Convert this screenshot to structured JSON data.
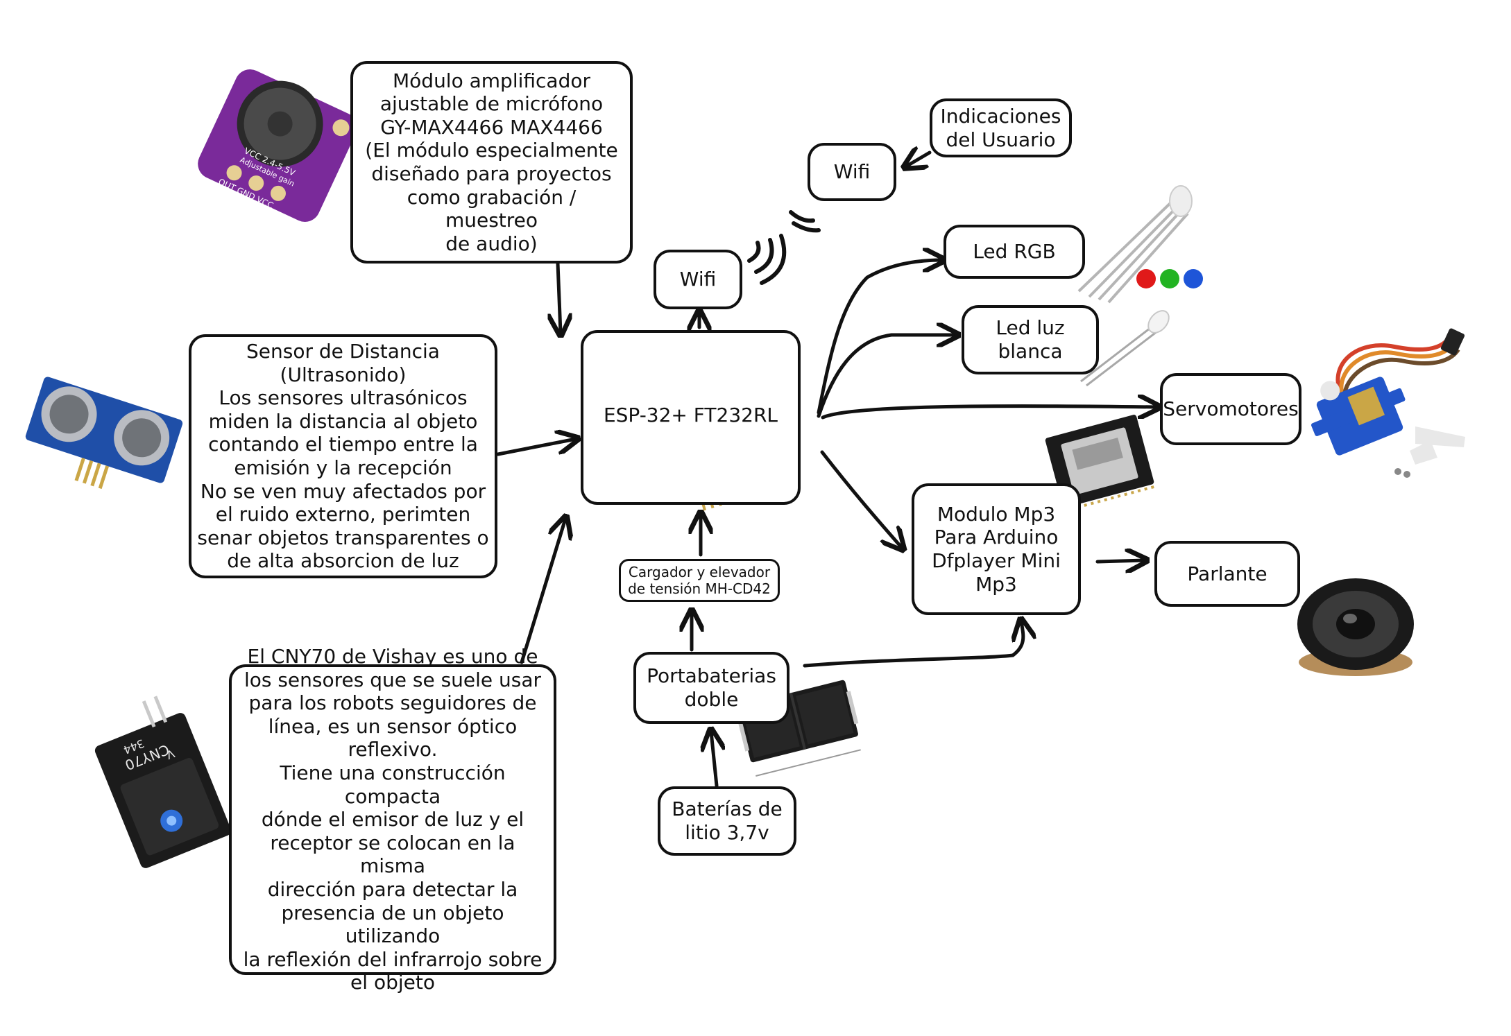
{
  "nodes": {
    "mic": "Módulo amplificador\najustable de micrófono\nGY-MAX4466 MAX4466\n(El módulo especialmente\ndiseñado para proyectos\ncomo grabación / muestreo\nde audio)",
    "distance": "Sensor de Distancia\n(Ultrasonido)\nLos sensores ultrasónicos\nmiden la distancia al objeto\ncontando el tiempo entre la\nemisión y la recepción\nNo se ven muy afectados por\nel ruido externo, perimten\nsenar objetos transparentes o\nde alta absorcion de luz",
    "cny70": "El CNY70 de Vishay es uno de\nlos sensores que se suele usar\npara los robots seguidores de\nlínea, es un sensor óptico\nreflexivo.\nTiene una construcción compacta\ndónde el emisor de luz y el\nreceptor se colocan en la misma\ndirección para detectar la\npresencia de un objeto utilizando\nla reflexión del infrarrojo sobre\nel objeto",
    "esp32": "ESP-32+ FT232RL",
    "wifi_local": "Wifi",
    "wifi_remote": "Wifi",
    "user": "Indicaciones\ndel Usuario",
    "led_rgb": "Led RGB",
    "led_white": "Led luz\nblanca",
    "servo": "Servomotores",
    "mp3": "Modulo Mp3\nPara Arduino\nDfplayer Mini\nMp3",
    "speaker": "Parlante",
    "charger": "Cargador y elevador\nde tensión MH-CD42",
    "battery_holder": "Portabaterias\ndoble",
    "batteries": "Baterías de\nlitio 3,7v"
  },
  "images": {
    "mic_board": [
      "VCC 2.4-5.5V",
      "Adjustable gain",
      "OUT GND VCC"
    ],
    "cny70_part": [
      "CNY70",
      "344",
      "V"
    ]
  },
  "colors": {
    "line": "#111111",
    "mic_board": "#7a2a9a",
    "ultrasonic_board": "#1f4fa8",
    "ftdi_board": "#d82a2a",
    "esp_board": "#1b1b1b",
    "servo_body": "#2356c9",
    "led_red": "#e01919",
    "led_green": "#22b322",
    "led_blue": "#1e55d8"
  }
}
